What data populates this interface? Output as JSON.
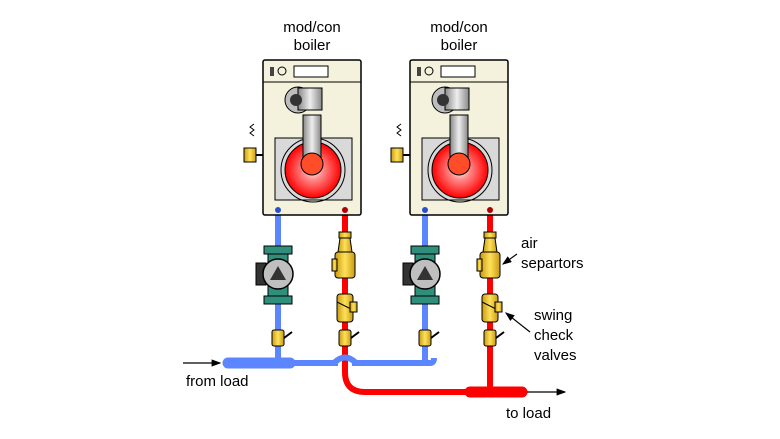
{
  "labels": {
    "boiler1_line1": "mod/con",
    "boiler1_line2": "boiler",
    "boiler2_line1": "mod/con",
    "boiler2_line2": "boiler",
    "air_line1": "air",
    "air_line2": "separtors",
    "check_line1": "swing",
    "check_line2": "check",
    "check_line3": "valves",
    "from_load": "from load",
    "to_load": "to load"
  },
  "colors": {
    "supply_pipe": "#ff0000",
    "return_pipe": "#5b86ff",
    "boiler_body": "#f4f2dc",
    "circulator": "#2f8f7b",
    "brass": "#e8c21c"
  }
}
